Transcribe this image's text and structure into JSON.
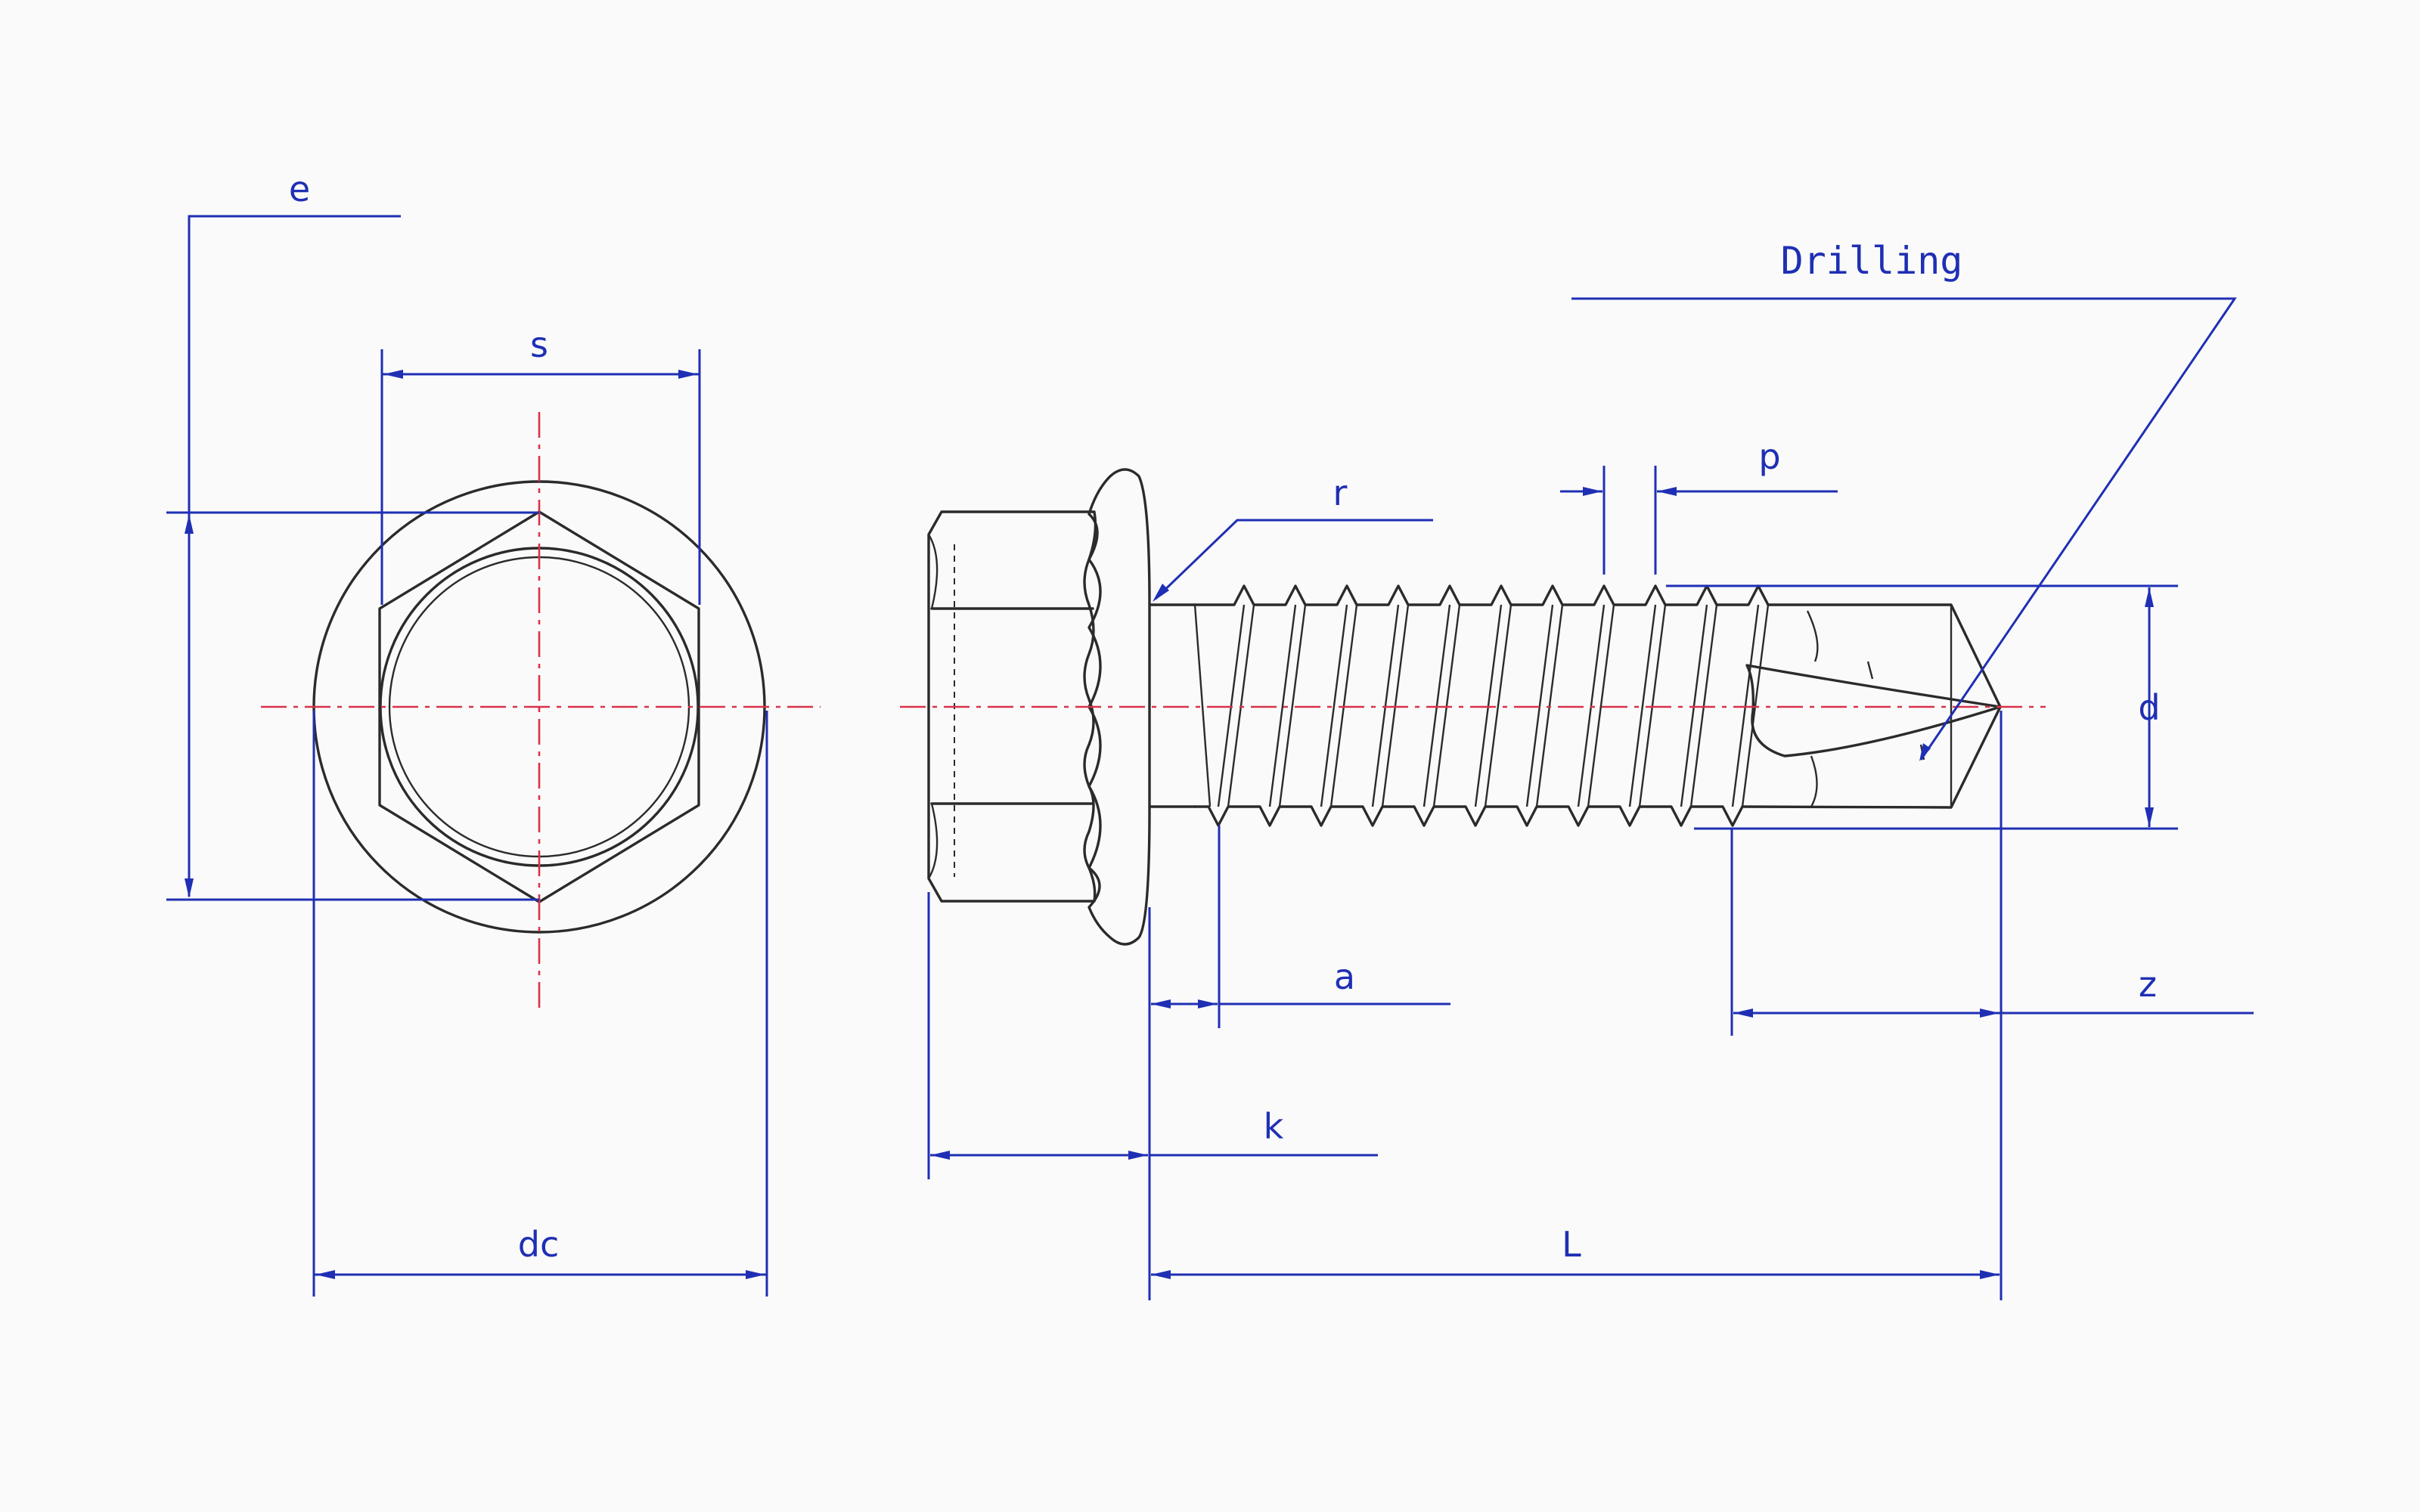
{
  "labels": {
    "e": "e",
    "s": "s",
    "dc": "dc",
    "drilling": "Drilling",
    "r": "r",
    "p": "p",
    "d": "d",
    "a": "a",
    "z": "z",
    "k": "k",
    "L": "L"
  },
  "colors": {
    "outline": "#2b2b2b",
    "dimension": "#1f2fb4",
    "centerline": "#d8324a",
    "background": "#fafafa"
  }
}
